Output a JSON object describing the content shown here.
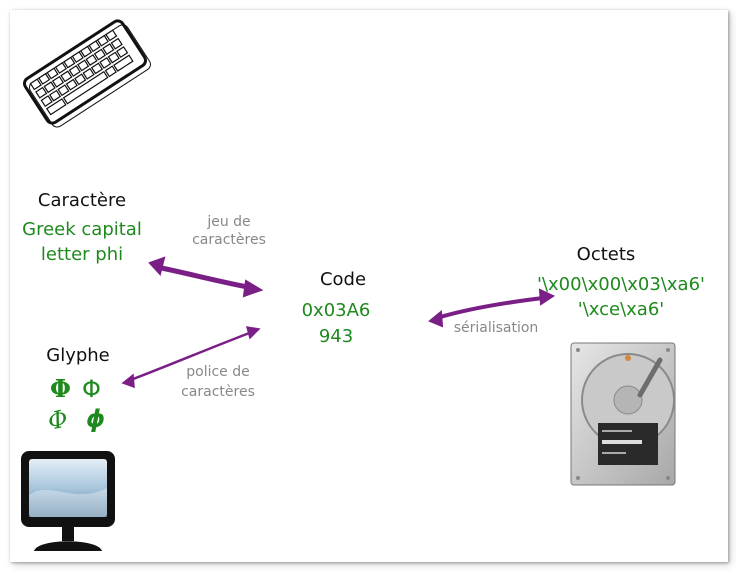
{
  "caractere": {
    "title": "Caractère",
    "name_line1": "Greek capital",
    "name_line2": "letter phi"
  },
  "glyphe": {
    "title": "Glyphe",
    "glyphs": [
      "Φ",
      "Φ",
      "Φ",
      "ϕ"
    ]
  },
  "code": {
    "title": "Code",
    "hex": "0x03A6",
    "dec": "943"
  },
  "octets": {
    "title": "Octets",
    "utf32": "'\\x00\\x00\\x03\\xa6'",
    "utf8": "'\\xce\\xa6'"
  },
  "arrows": {
    "jeu_line1": "jeu de",
    "jeu_line2": "caractères",
    "police_line1": "police de",
    "police_line2": "caractères",
    "serialisation": "sérialisation"
  },
  "icons": [
    "keyboard-icon",
    "monitor-icon",
    "hard-drive-icon"
  ],
  "colors": {
    "text": "#111111",
    "value": "#1e8a1e",
    "arrow": "#7a1f86",
    "annotation": "#888888"
  }
}
